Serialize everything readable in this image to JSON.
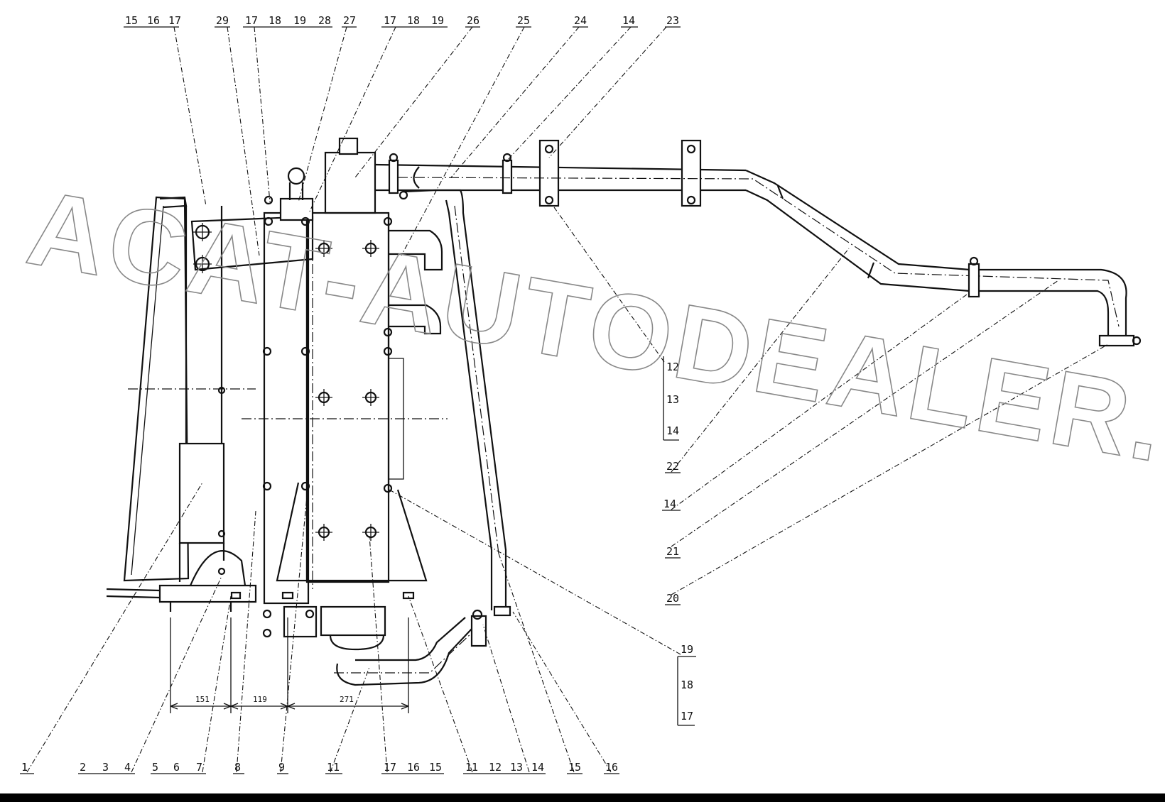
{
  "watermark": "ACAT-AUTODEALER.RU",
  "callouts": {
    "bottom": [
      "1",
      "2",
      "3",
      "4",
      "5",
      "6",
      "7",
      "8",
      "9",
      "11",
      "17",
      "16",
      "15",
      "11",
      "12",
      "13",
      "14",
      "15",
      "16"
    ],
    "top": [
      "15",
      "16",
      "17",
      "29",
      "17",
      "18",
      "19",
      "28",
      "27",
      "17",
      "18",
      "19",
      "26",
      "25",
      "24",
      "14",
      "23"
    ],
    "right_stack_a": [
      "12",
      "13",
      "14"
    ],
    "right": [
      "22",
      "14",
      "21",
      "20"
    ],
    "right_stack_b": [
      "19",
      "18",
      "17"
    ]
  },
  "dimensions": [
    "151",
    "119",
    "271"
  ],
  "page_footer": "",
  "colors": {
    "ink": "#111111",
    "paper": "#ffffff",
    "watermark_outline": "#888888",
    "bottom_border": "#000000"
  }
}
